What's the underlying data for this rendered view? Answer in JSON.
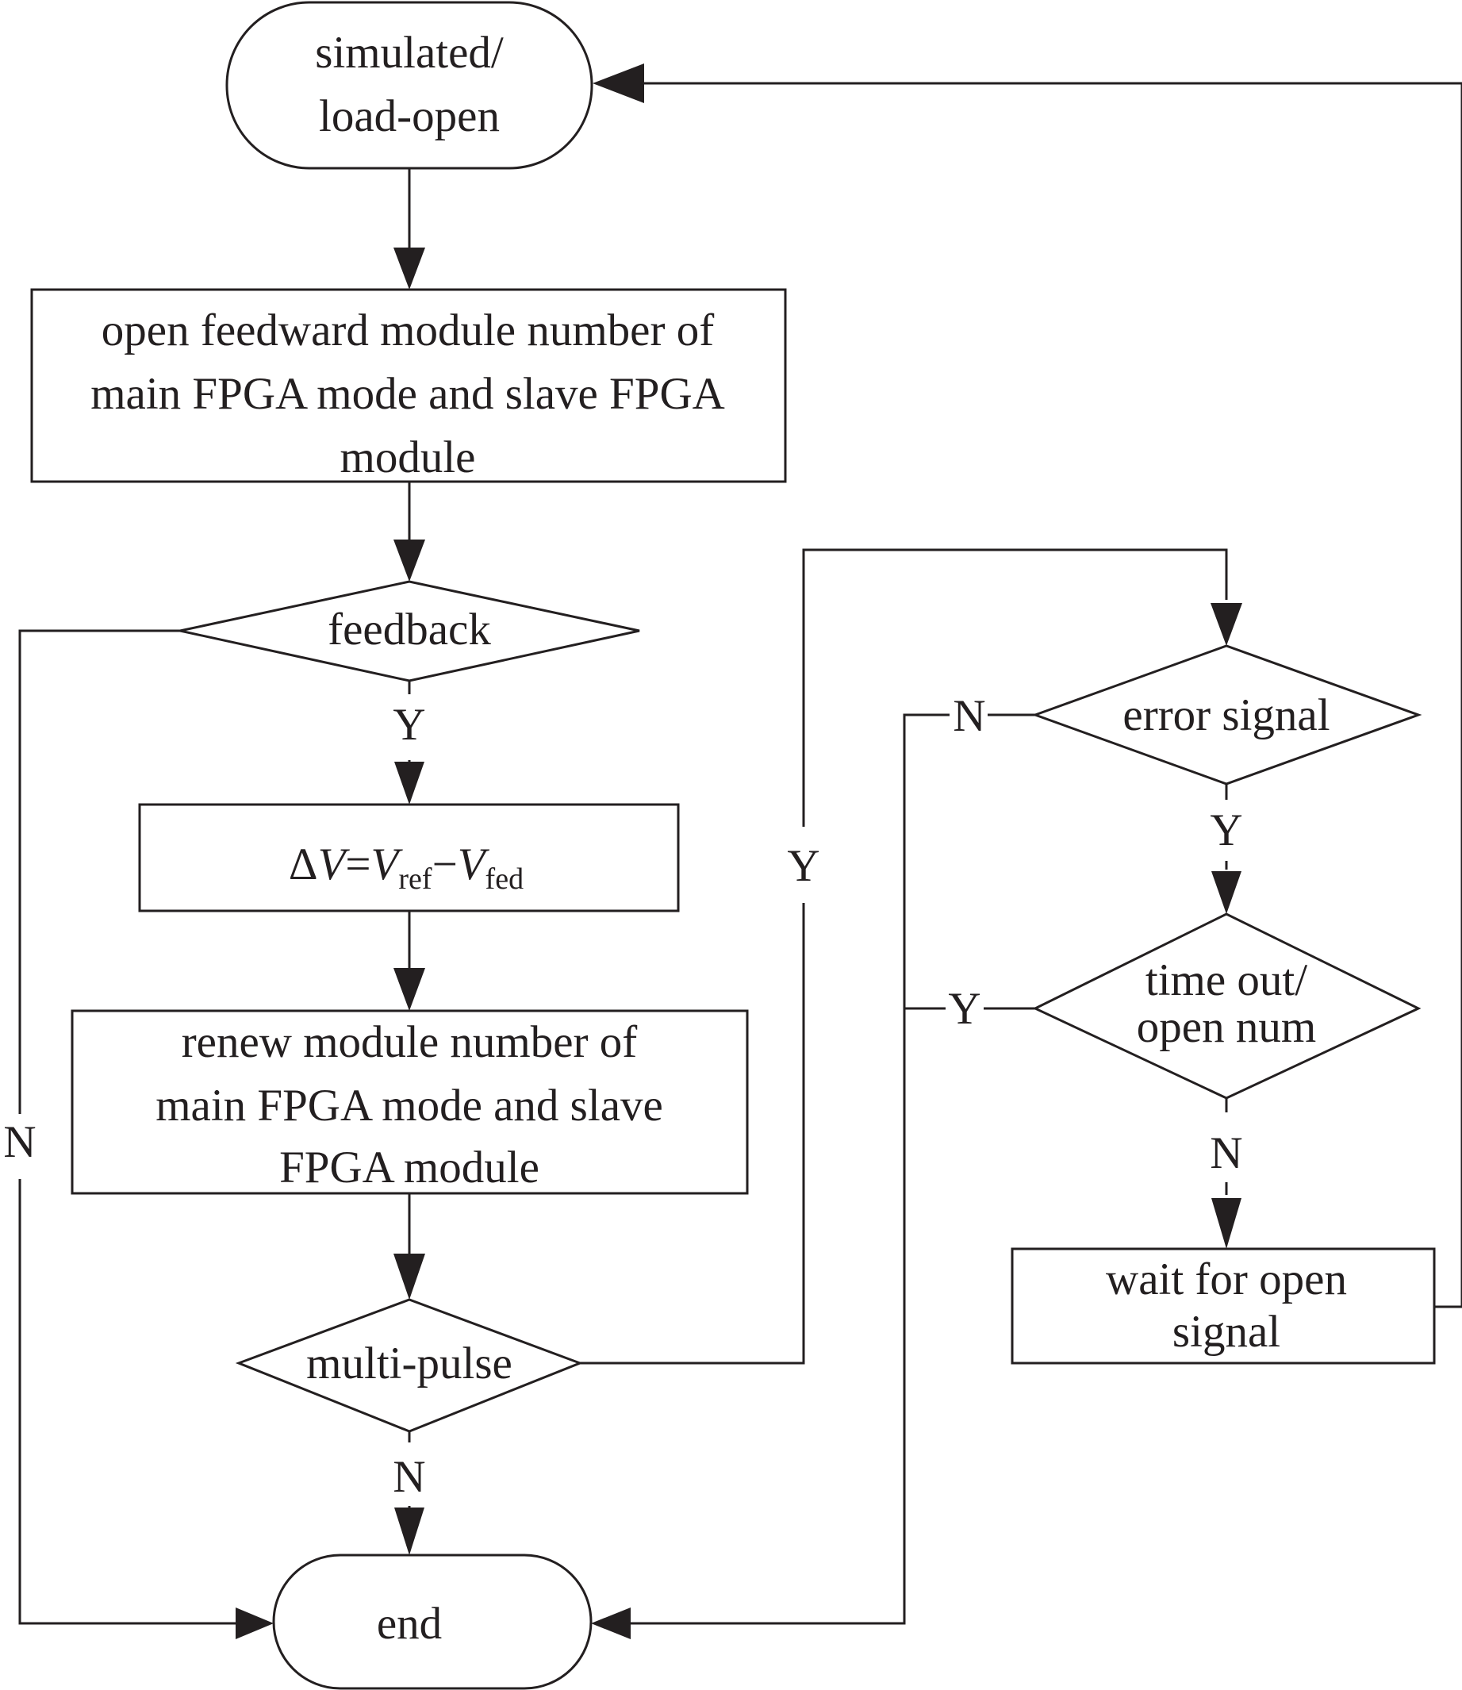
{
  "nodes": {
    "start": {
      "lines": [
        "simulated/",
        "load-open"
      ]
    },
    "open_feedward": {
      "lines": [
        "open feedward module number of",
        "main FPGA mode and slave FPGA",
        "module"
      ]
    },
    "feedback": {
      "label": "feedback"
    },
    "delta_v": {
      "delta": "Δ",
      "v": "V",
      "eq": "=",
      "v_ref": "V",
      "ref_sub": "ref",
      "minus": "−",
      "v_fed": "V",
      "fed_sub": "fed"
    },
    "renew": {
      "lines": [
        "renew module number of",
        "main FPGA mode and slave",
        "FPGA module"
      ]
    },
    "multi_pulse": {
      "label": "multi-pulse"
    },
    "error_signal": {
      "label": "error signal"
    },
    "time_out": {
      "lines": [
        "time out/",
        "open num"
      ]
    },
    "wait": {
      "lines": [
        "wait for open",
        "signal"
      ]
    },
    "end": {
      "label": "end"
    }
  },
  "edge_labels": {
    "feedback_yes": "Y",
    "feedback_no": "N",
    "multi_pulse_yes": "Y",
    "multi_pulse_no": "N",
    "error_no": "N",
    "error_yes": "Y",
    "time_out_yes": "Y",
    "time_out_no": "N"
  },
  "colors": {
    "ink": "#231f20",
    "background": "#ffffff"
  }
}
